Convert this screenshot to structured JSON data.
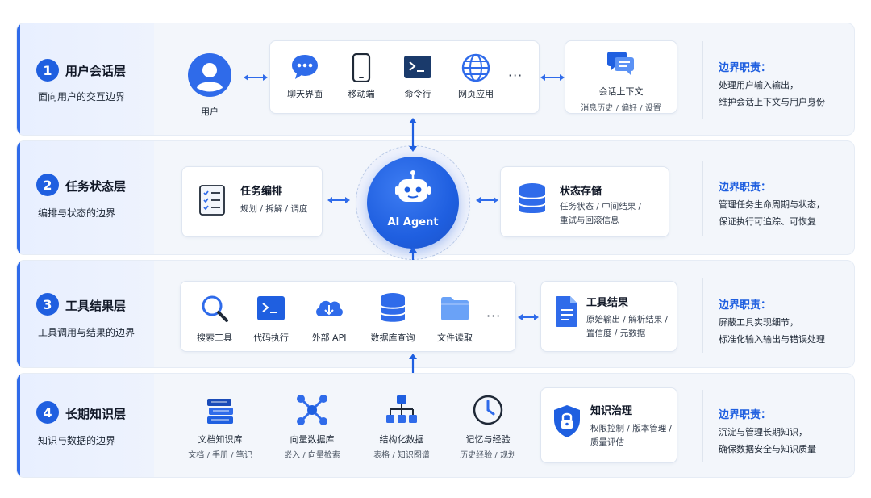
{
  "colors": {
    "primary": "#1f5fe0",
    "layer_bg": "#f3f6fb",
    "card_border": "#dfe6f1"
  },
  "layers": [
    {
      "num": "1",
      "title": "用户会话层",
      "subtitle": "面向用户的交互边界",
      "user_label": "用户",
      "channels": [
        {
          "icon": "chat-bubble-icon",
          "label": "聊天界面"
        },
        {
          "icon": "mobile-phone-icon",
          "label": "移动端"
        },
        {
          "icon": "terminal-icon",
          "label": "命令行"
        },
        {
          "icon": "globe-icon",
          "label": "网页应用"
        }
      ],
      "more": "···",
      "context": {
        "title": "会话上下文",
        "sub": "消息历史 / 偏好 / 设置"
      },
      "duty": {
        "title": "边界职责：",
        "lines": [
          "处理用户输入输出，",
          "维护会话上下文与用户身份"
        ]
      }
    },
    {
      "num": "2",
      "title": "任务状态层",
      "subtitle": "编排与状态的边界",
      "orchestration": {
        "title": "任务编排",
        "sub": "规划 / 拆解 / 调度"
      },
      "agent": "AI Agent",
      "storage": {
        "title": "状态存储",
        "lines": [
          "任务状态 / 中间结果 /",
          "重试与回滚信息"
        ]
      },
      "duty": {
        "title": "边界职责：",
        "lines": [
          "管理任务生命周期与状态，",
          "保证执行可追踪、可恢复"
        ]
      }
    },
    {
      "num": "3",
      "title": "工具结果层",
      "subtitle": "工具调用与结果的边界",
      "tools": [
        {
          "icon": "search-icon",
          "label": "搜索工具"
        },
        {
          "icon": "code-terminal-icon",
          "label": "代码执行"
        },
        {
          "icon": "cloud-icon",
          "label": "外部 API"
        },
        {
          "icon": "database-icon",
          "label": "数据库查询"
        },
        {
          "icon": "folder-icon",
          "label": "文件读取"
        }
      ],
      "more": "···",
      "result": {
        "title": "工具结果",
        "lines": [
          "原始输出 / 解析结果 /",
          "置信度 / 元数据"
        ]
      },
      "duty": {
        "title": "边界职责：",
        "lines": [
          "屏蔽工具实现细节，",
          "标准化输入输出与错误处理"
        ]
      }
    },
    {
      "num": "4",
      "title": "长期知识层",
      "subtitle": "知识与数据的边界",
      "stores": [
        {
          "icon": "books-icon",
          "label": "文档知识库",
          "sub": "文档 / 手册 / 笔记"
        },
        {
          "icon": "vector-network-icon",
          "label": "向量数据库",
          "sub": "嵌入 / 向量检索"
        },
        {
          "icon": "hierarchy-icon",
          "label": "结构化数据",
          "sub": "表格 / 知识图谱"
        },
        {
          "icon": "clock-icon",
          "label": "记忆与经验",
          "sub": "历史经验 / 规划"
        }
      ],
      "governance": {
        "title": "知识治理",
        "lines": [
          "权限控制 / 版本管理 /",
          "质量评估"
        ]
      },
      "duty": {
        "title": "边界职责：",
        "lines": [
          "沉淀与管理长期知识，",
          "确保数据安全与知识质量"
        ]
      }
    }
  ]
}
